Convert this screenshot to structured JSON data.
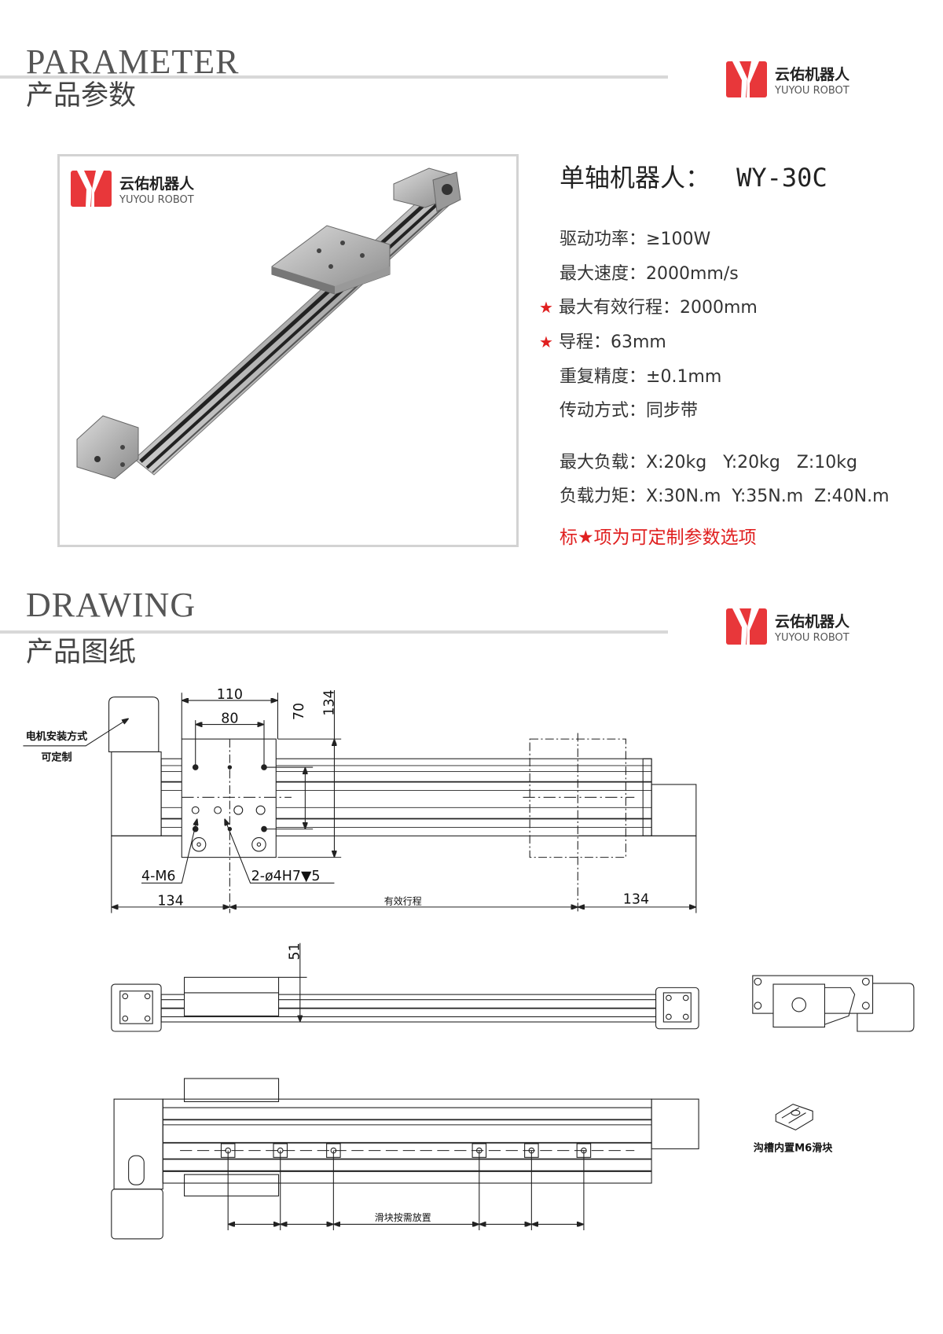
{
  "brand": {
    "cn": "云佑机器人",
    "en": "YUYOU ROBOT",
    "accent": "#e8373a"
  },
  "parameter_section": {
    "title_en": "PARAMETER",
    "title_cn": "产品参数"
  },
  "product": {
    "heading_label": "单轴机器人：",
    "model": "WY-30C",
    "specs": [
      {
        "starred": false,
        "label": "驱动功率：",
        "value": "≥100W"
      },
      {
        "starred": false,
        "label": "最大速度：",
        "value": "2000mm/s"
      },
      {
        "starred": true,
        "label": "最大有效行程：",
        "value": "2000mm"
      },
      {
        "starred": true,
        "label": "导程：",
        "value": "63mm"
      },
      {
        "starred": false,
        "label": "重复精度：",
        "value": "±0.1mm"
      },
      {
        "starred": false,
        "label": "传动方式：",
        "value": "同步带"
      },
      {
        "starred": false,
        "label": "最大负载：",
        "value": "X:20kg   Y:20kg   Z:10kg"
      },
      {
        "starred": false,
        "label": "负载力矩：",
        "value": "X:30N.m  Y:35N.m  Z:40N.m"
      }
    ],
    "star_symbol": "★",
    "note": "标★项为可定制参数选项"
  },
  "drawing_section": {
    "title_en": "DRAWING",
    "title_cn": "产品图纸"
  },
  "drawing": {
    "dim_110": "110",
    "dim_80": "80",
    "dim_70": "70",
    "dim_134_v": "134",
    "motor_note_1": "电机安装方式",
    "motor_note_2": "可定制",
    "hole_m6": "4-M6",
    "hole_pin": "2-ø4H7▼5",
    "dim_left": "134",
    "dim_stroke": "有效行程",
    "dim_right": "134",
    "dim_51": "51",
    "slider_note": "滑块按需放置",
    "tnut_label": "沟槽内置M6滑块"
  }
}
